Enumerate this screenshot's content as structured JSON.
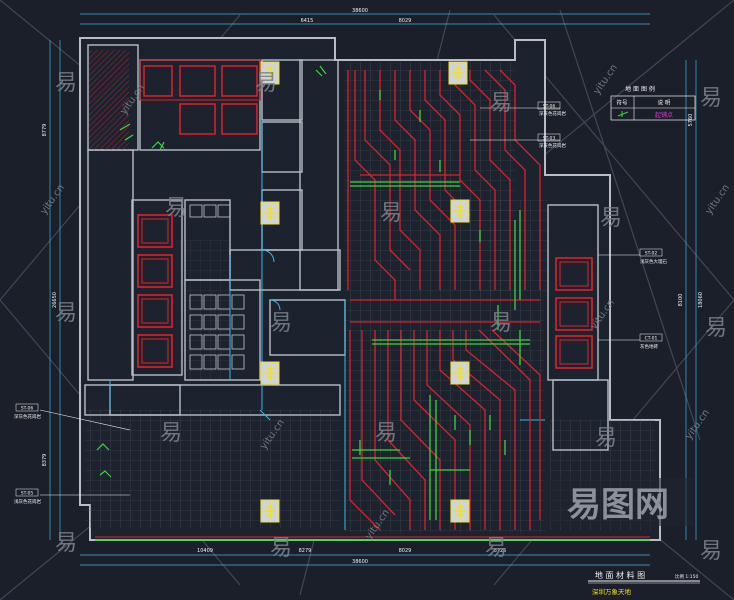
{
  "colors": {
    "background": "#1a1f29",
    "wall": "#b9bec6",
    "grid": "#4a4f5a",
    "red": "#e0202a",
    "green": "#38d838",
    "yellow": "#f0e21a",
    "cyan": "#38b8e8",
    "magenta": "#e23ad8",
    "white": "#f2f2f2",
    "watermark": "#7a7f89"
  },
  "title_block": {
    "title": "地 面 材 料 图",
    "scale": "比例 1:150",
    "project": "深圳万象天地"
  },
  "legend": {
    "title": "地 面 图 例",
    "col_symbol": "符号",
    "col_desc": "说  明",
    "item_desc": "起铺点"
  },
  "dimensions": {
    "top_total": "38600",
    "top_left": "6415",
    "top_mid": "8029",
    "bottom_total": "38600",
    "bottom_segments": [
      "10409",
      "8279",
      "8029",
      "6725"
    ],
    "left_top": "8779",
    "left_total": "26650",
    "left_bottom": "8379",
    "right_top": "5760",
    "right_mid": "8100",
    "right_total": "18060"
  },
  "annotations": [
    {
      "code": "ST-06",
      "text": "深灰色花岗岩"
    },
    {
      "code": "ST-03",
      "text": "深灰色花岗岩"
    },
    {
      "code": "ST-02",
      "text": "浅灰色大理石"
    },
    {
      "code": "CT-01",
      "text": "灰色地砖"
    },
    {
      "code": "ST-06",
      "text": "深灰色花岗岩"
    },
    {
      "code": "ST-05",
      "text": "浅灰色花岗岩"
    }
  ],
  "watermark": {
    "glyph": "易",
    "site": "yitu.cn",
    "logo": "易图网"
  }
}
